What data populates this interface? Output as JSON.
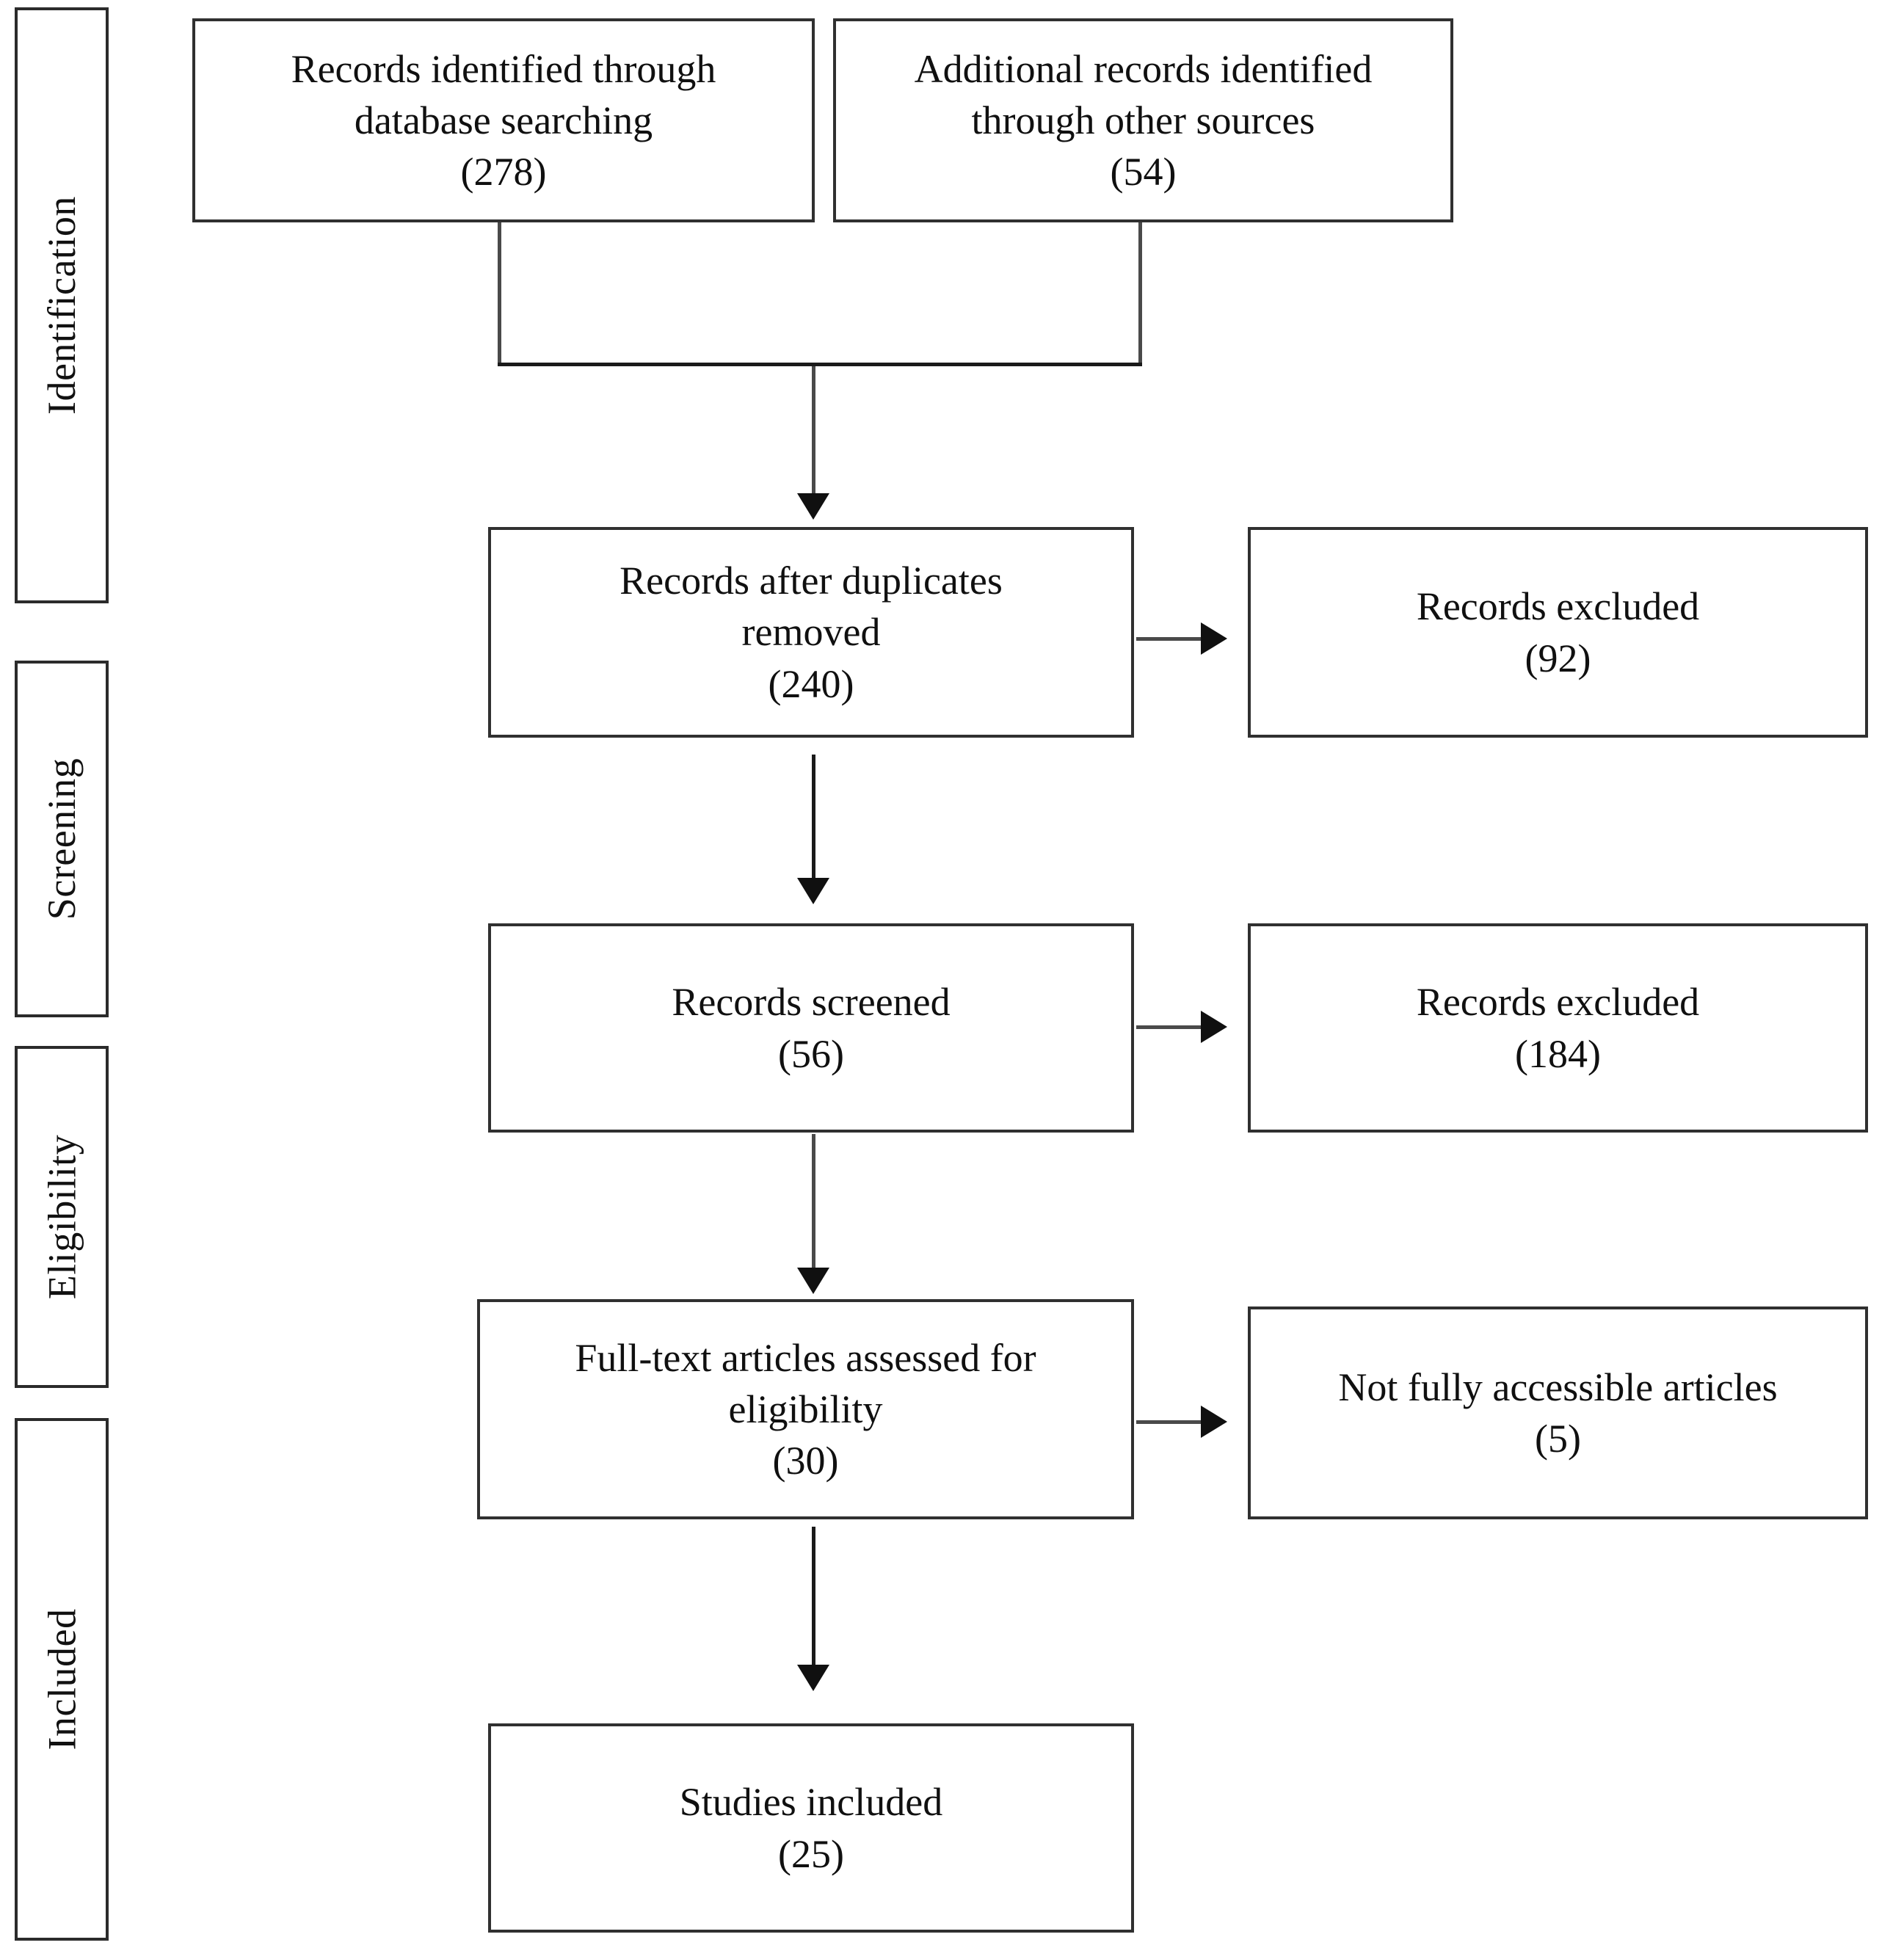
{
  "diagram": {
    "type": "prisma-flow-diagram",
    "stages": [
      {
        "id": "identification",
        "label": "Identification"
      },
      {
        "id": "screening",
        "label": "Screening"
      },
      {
        "id": "eligibility",
        "label": "Eligibility"
      },
      {
        "id": "included",
        "label": "Included"
      }
    ],
    "boxes": {
      "database_records": {
        "line1": "Records identified through",
        "line2": "database searching",
        "count": "(278)"
      },
      "other_records": {
        "line1": "Additional records identified",
        "line2": "through other sources",
        "count": "(54)"
      },
      "after_duplicates": {
        "line1": "Records after duplicates",
        "line2": "removed",
        "count": "(240)"
      },
      "records_excluded_1": {
        "line1": "Records excluded",
        "count": "(92)"
      },
      "records_screened": {
        "line1": "Records screened",
        "count": "(56)"
      },
      "records_excluded_2": {
        "line1": "Records excluded",
        "count": "(184)"
      },
      "full_text_assessed": {
        "line1": "Full-text articles assessed for",
        "line2": "eligibility",
        "count": "(30)"
      },
      "not_accessible": {
        "line1": "Not fully accessible articles",
        "count": "(5)"
      },
      "studies_included": {
        "line1": "Studies included",
        "count": "(25)"
      }
    },
    "colors": {
      "box_border": "#303030",
      "connector": "#4a4a4a",
      "text": "#101010",
      "background": "#ffffff"
    }
  }
}
